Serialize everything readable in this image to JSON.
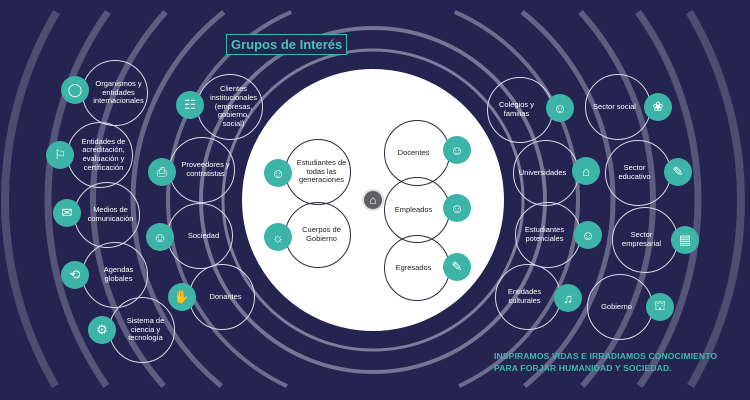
{
  "title": "Grupos de Interés",
  "slogan": [
    "INSPIRAMOS VIDAS E IRRADIAMOS CONOCIMIENTO",
    "PARA FORJAR HUMANIDAD Y SOCIEDAD."
  ],
  "colors": {
    "background": "#25234f",
    "accent": "#3cb5a8",
    "center": "#ffffff"
  },
  "center_icon": "home-icon",
  "nodes": [
    {
      "label": "Organismos y entidades internacionales",
      "icon": "globe-icon"
    },
    {
      "label": "Entidades de acreditación, evaluación y certificación",
      "icon": "certificate-icon"
    },
    {
      "label": "Medios de comunicación",
      "icon": "media-icon"
    },
    {
      "label": "Agendas globales",
      "icon": "agenda-icon"
    },
    {
      "label": "Sistema de ciencia y tecnología",
      "icon": "brain-icon"
    },
    {
      "label": "Clientes institucionales (empresas, gobierno, social)",
      "icon": "meeting-icon"
    },
    {
      "label": "Proveedores y contratistas",
      "icon": "supplier-icon"
    },
    {
      "label": "Sociedad",
      "icon": "people-icon"
    },
    {
      "label": "Donantes",
      "icon": "handshake-icon"
    },
    {
      "label": "Estudiantes de todas las generaciones",
      "icon": "students-icon"
    },
    {
      "label": "Cuerpos de Gobierno",
      "icon": "council-icon"
    },
    {
      "label": "Docentes",
      "icon": "teachers-icon"
    },
    {
      "label": "Empleados",
      "icon": "employees-icon"
    },
    {
      "label": "Egresados",
      "icon": "graduate-icon"
    },
    {
      "label": "Colegios y familias",
      "icon": "family-icon"
    },
    {
      "label": "Universidades",
      "icon": "university-icon"
    },
    {
      "label": "Estudiantes potenciales",
      "icon": "prospective-students-icon"
    },
    {
      "label": "Entidades culturales",
      "icon": "music-icon"
    },
    {
      "label": "Sector social",
      "icon": "social-icon"
    },
    {
      "label": "Sector educativo",
      "icon": "education-icon"
    },
    {
      "label": "Sector empresarial",
      "icon": "business-icon"
    },
    {
      "label": "Gobierno",
      "icon": "government-icon"
    }
  ]
}
